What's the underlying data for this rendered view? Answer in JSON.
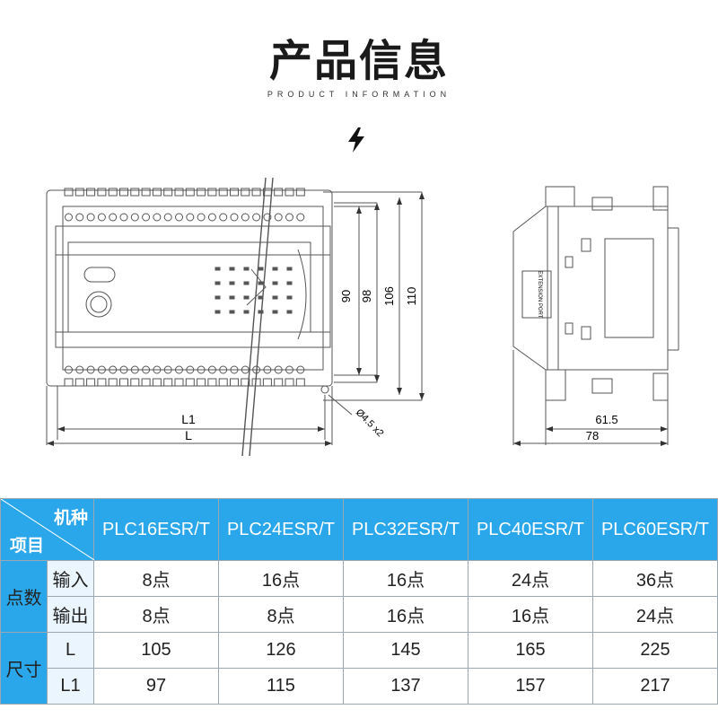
{
  "header": {
    "title": "产品信息",
    "subtitle": "PRODUCT INFORMATION"
  },
  "drawing": {
    "front_labels": {
      "l1": "L1",
      "l": "L",
      "hole": "Ø4.5 x2"
    },
    "heights": [
      "90",
      "98",
      "106",
      "110"
    ],
    "side_labels": {
      "w1": "61.5",
      "w2": "78",
      "port": "EXTENSION PORT"
    }
  },
  "table": {
    "corner_top": "机种",
    "corner_bottom": "项目",
    "models": [
      "PLC16ESR/T",
      "PLC24ESR/T",
      "PLC32ESR/T",
      "PLC40ESR/T",
      "PLC60ESR/T"
    ],
    "groups": [
      {
        "label": "点数",
        "rows": [
          {
            "label": "输入",
            "values": [
              "8点",
              "16点",
              "16点",
              "24点",
              "36点"
            ]
          },
          {
            "label": "输出",
            "values": [
              "8点",
              "8点",
              "16点",
              "16点",
              "24点"
            ]
          }
        ]
      },
      {
        "label": "尺寸",
        "rows": [
          {
            "label": "L",
            "values": [
              "105",
              "126",
              "145",
              "165",
              "225"
            ]
          },
          {
            "label": "L1",
            "values": [
              "97",
              "115",
              "137",
              "157",
              "217"
            ]
          }
        ]
      }
    ]
  },
  "colors": {
    "header_blue": "#2aa6ea",
    "subrow_bg": "#eaf5fd",
    "line": "#555555"
  }
}
